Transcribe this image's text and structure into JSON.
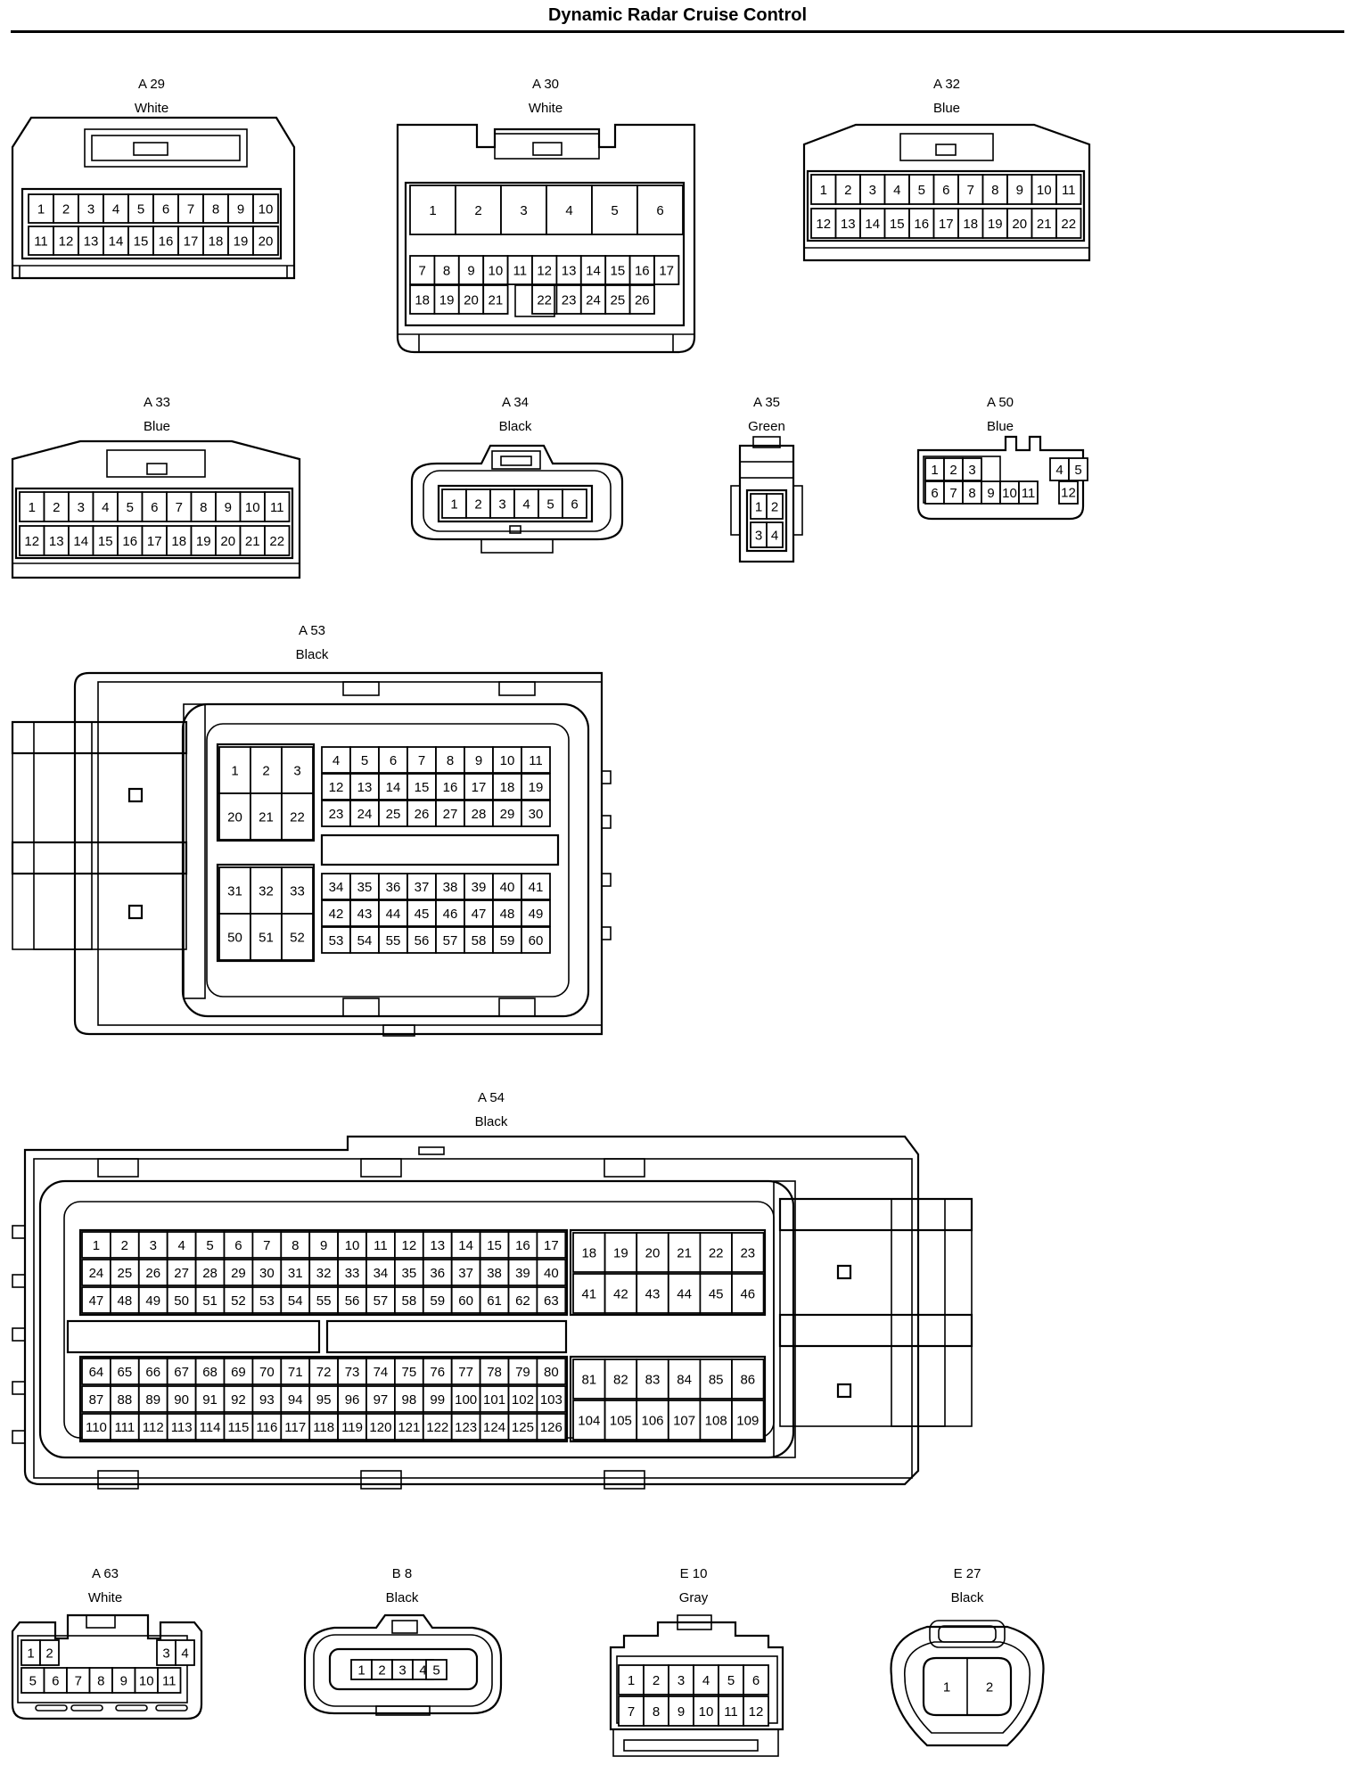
{
  "title": "Dynamic Radar Cruise Control",
  "connectors": [
    {
      "id": "A 29",
      "color": "White"
    },
    {
      "id": "A 30",
      "color": "White"
    },
    {
      "id": "A 32",
      "color": "Blue"
    },
    {
      "id": "A 33",
      "color": "Blue"
    },
    {
      "id": "A 34",
      "color": "Black"
    },
    {
      "id": "A 35",
      "color": "Green"
    },
    {
      "id": "A 50",
      "color": "Blue"
    },
    {
      "id": "A 53",
      "color": "Black"
    },
    {
      "id": "A 54",
      "color": "Black"
    },
    {
      "id": "A 63",
      "color": "White"
    },
    {
      "id": "B 8",
      "color": "Black"
    },
    {
      "id": "E 10",
      "color": "Gray"
    },
    {
      "id": "E 27",
      "color": "Black"
    }
  ]
}
